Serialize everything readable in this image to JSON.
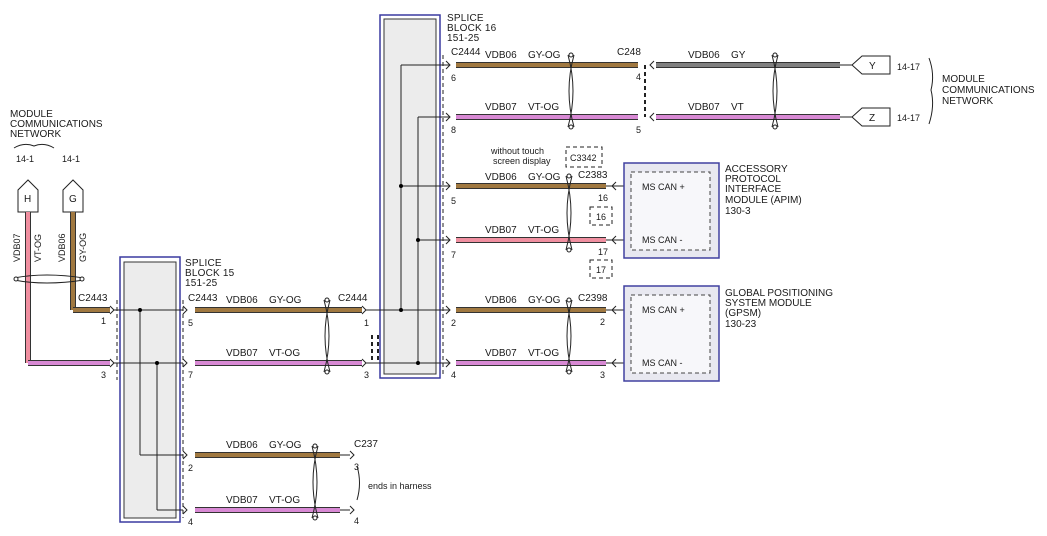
{
  "left_network": {
    "title_lines": [
      "MODULE",
      "COMMUNICATIONS",
      "NETWORK"
    ],
    "ref_h": "14-1",
    "ref_g": "14-1",
    "connector_h": "H",
    "connector_g": "G",
    "wire_vdb07": "VDB07",
    "wire_vtog": "VT-OG",
    "wire_vdb06": "VDB06",
    "wire_gyog": "GY-OG",
    "c2443": "C2443",
    "pin1": "1",
    "pin3": "3"
  },
  "splice15": {
    "lines": [
      "SPLICE",
      "BLOCK 15",
      "151-25"
    ],
    "c2443": "C2443",
    "pin5": "5",
    "pin7": "7",
    "pin2": "2",
    "pin4": "4"
  },
  "splice16": {
    "lines": [
      "SPLICE",
      "BLOCK 16",
      "151-25"
    ],
    "c2444_top": "C2444",
    "c2444_left": "C2444",
    "pin6": "6",
    "pin8": "8",
    "pin5": "5",
    "pin7": "7",
    "pin2": "2",
    "pin4": "4",
    "pin1": "1",
    "pin3": "3"
  },
  "wires": {
    "vdb06": "VDB06",
    "vdb07": "VDB07",
    "gyog": "GY-OG",
    "vtog": "VT-OG",
    "gy": "GY",
    "vt": "VT"
  },
  "c248": {
    "label": "C248",
    "pin4": "4",
    "pin5": "5"
  },
  "right_network": {
    "title_lines": [
      "MODULE",
      "COMMUNICATIONS",
      "NETWORK"
    ],
    "connector_y": "Y",
    "connector_z": "Z",
    "ref_y": "14-17",
    "ref_z": "14-17"
  },
  "c3342": {
    "note_lines": [
      "without touch",
      "screen display"
    ],
    "label": "C3342",
    "alt16": "16",
    "alt17": "17"
  },
  "apim": {
    "connector": "C2383",
    "pin16": "16",
    "pin17": "17",
    "can_plus": "MS CAN +",
    "can_minus": "MS CAN -",
    "title_lines": [
      "ACCESSORY",
      "PROTOCOL",
      "INTERFACE",
      "MODULE (APIM)",
      "130-3"
    ]
  },
  "gpsm": {
    "connector": "C2398",
    "pin2": "2",
    "pin3": "3",
    "can_plus": "MS CAN +",
    "can_minus": "MS CAN -",
    "title_lines": [
      "GLOBAL POSITIONING",
      "SYSTEM MODULE",
      "(GPSM)",
      "130-23"
    ]
  },
  "c237": {
    "label": "C237",
    "pin3": "3",
    "pin4": "4",
    "note": "ends in harness"
  }
}
